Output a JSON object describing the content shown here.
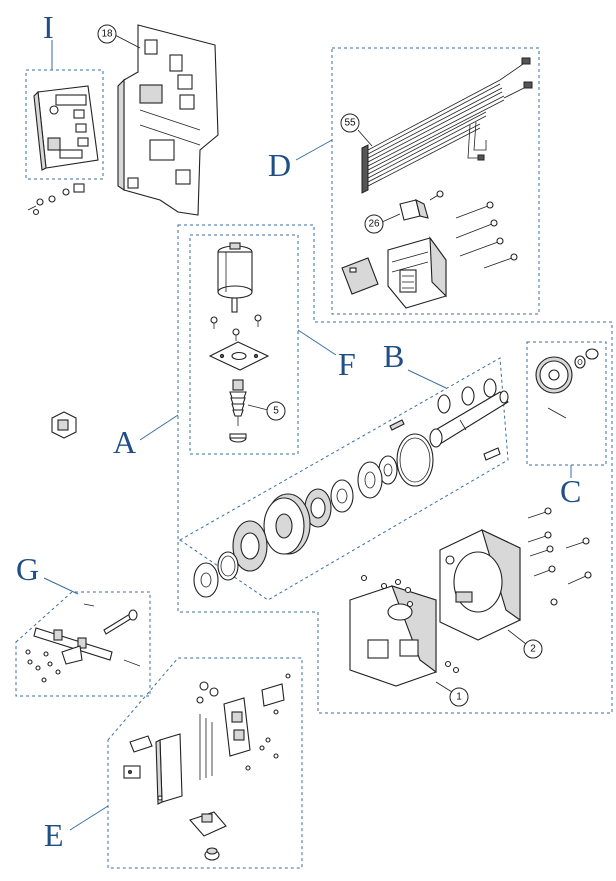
{
  "diagram": {
    "group_labels": {
      "I": "I",
      "D": "D",
      "A": "A",
      "F": "F",
      "B": "B",
      "C": "C",
      "G": "G",
      "E": "E"
    },
    "callouts": {
      "c18": "18",
      "c55": "55",
      "c26": "26",
      "c5": "5",
      "c2": "2",
      "c1": "1"
    },
    "colors": {
      "label_blue": "#1f4f86",
      "dashed_outline": "#3a6ea5",
      "line_art": "#222222"
    }
  }
}
